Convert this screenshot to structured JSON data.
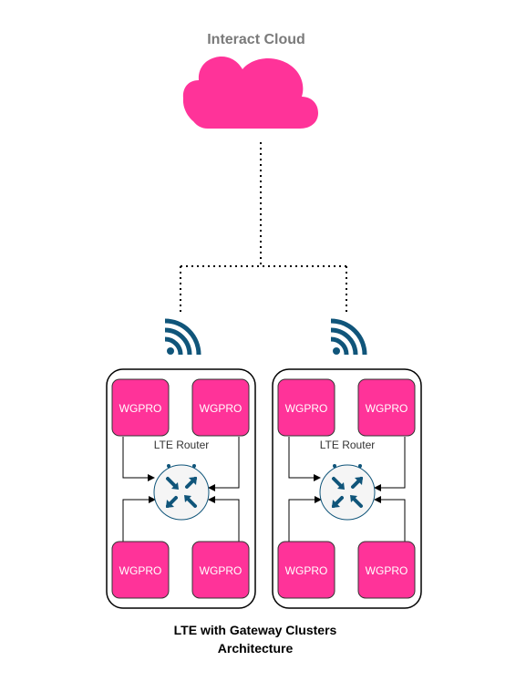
{
  "cloud": {
    "label": "Interact Cloud"
  },
  "clusters": [
    {
      "router_label": "LTE Router",
      "nodes": [
        "WGPRO",
        "WGPRO",
        "WGPRO",
        "WGPRO"
      ]
    },
    {
      "router_label": "LTE Router",
      "nodes": [
        "WGPRO",
        "WGPRO",
        "WGPRO",
        "WGPRO"
      ]
    }
  ],
  "caption": {
    "line1": "LTE with Gateway Clusters",
    "line2": "Architecture"
  },
  "colors": {
    "cloud": "#ff3399",
    "node_fill": "#ff3399",
    "router_fill": "#f5f5f5",
    "router_arrows": "#10557a",
    "wifi": "#10557a",
    "cluster_border": "#000000"
  }
}
